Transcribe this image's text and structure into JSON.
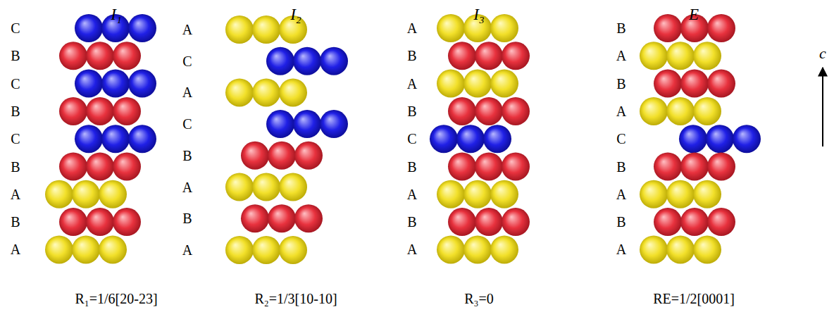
{
  "diagram": {
    "labels": [
      "I₁",
      "I₂",
      "I₃",
      "E",
      "C",
      "B",
      "C",
      "B",
      "C",
      "B",
      "A",
      "B",
      "A",
      "A",
      "C",
      "A",
      "C",
      "B",
      "A",
      "B",
      "A",
      "A",
      "B",
      "A",
      "B",
      "C",
      "B",
      "A",
      "B",
      "A",
      "B",
      "A",
      "B",
      "A",
      "C",
      "B",
      "A",
      "B",
      "A",
      "R₁=1/6[20-23]",
      "R₂=1/3[10-10]",
      "R₃=0",
      "RE=1/2[0001]",
      "c"
    ]
  }
}
